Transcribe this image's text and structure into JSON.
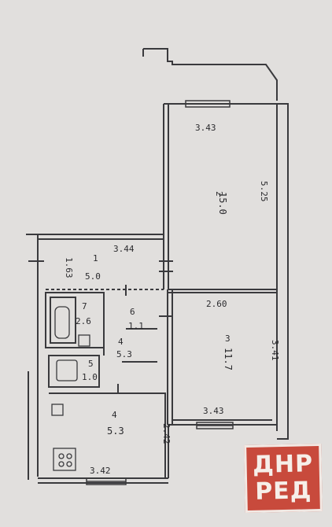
{
  "floor_plan": {
    "labels": {
      "top_window_width": "3.43",
      "room2_number": "2",
      "room2_area": "15.0",
      "room2_length": "5.25",
      "corridor_width": "3.44",
      "room1_number": "1",
      "room1_area": "5.0",
      "left_side": "1.63",
      "bath_number": "7",
      "bath_area": "2.6",
      "closet_number": "6",
      "closet_area": "1.1",
      "small_number": "5",
      "small_area": "1.0",
      "hall_number": "4",
      "hall_area": "5.3",
      "room3_marker": "2.60",
      "room3_number": "3",
      "room3_area": "11.7",
      "room3_length": "3.41",
      "room3_width": "3.43",
      "kitchen_number": "4",
      "kitchen_area": "5.3",
      "kitchen_side": "2.42",
      "kitchen_width": "3.42"
    }
  },
  "watermark": {
    "line1": "ДНР",
    "line2": "РЕД",
    "color": "#c84a3c"
  }
}
